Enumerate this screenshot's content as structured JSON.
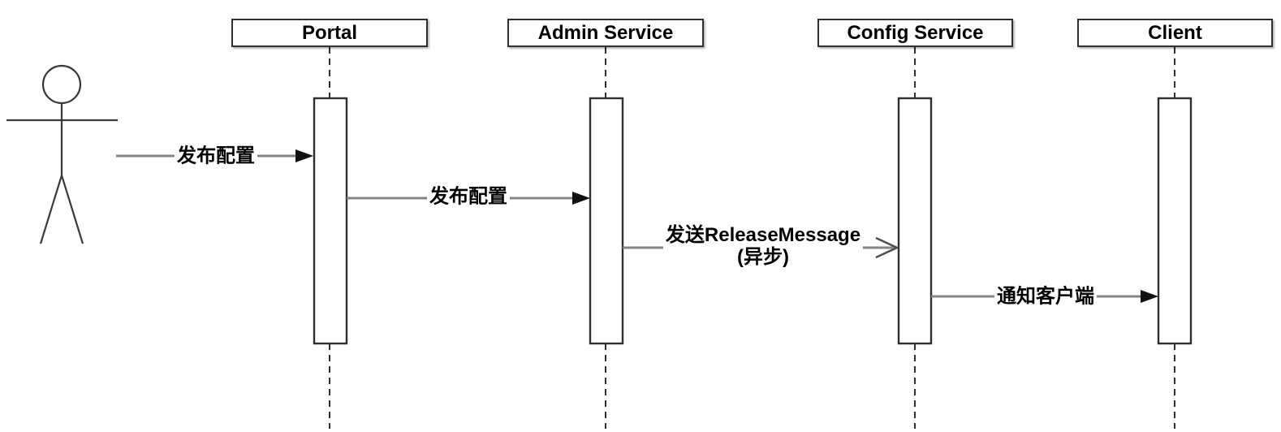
{
  "diagram": {
    "type": "uml-sequence-diagram",
    "background_color": "#ffffff",
    "ink_color": "#2f2f2f",
    "text_color": "#000000",
    "message_line_color": "#848484",
    "arrowhead_color": "#111111",
    "actor": {
      "type": "stick-figure",
      "label": ""
    }
  },
  "participants": [
    {
      "label": "Portal"
    },
    {
      "label": "Admin Service"
    },
    {
      "label": "Config Service"
    },
    {
      "label": "Client"
    }
  ],
  "messages": [
    {
      "label": "发布配置",
      "from": "actor",
      "to": "Portal",
      "arrow": "solid-filled"
    },
    {
      "label": "发布配置",
      "from": "Portal",
      "to": "Admin Service",
      "arrow": "solid-filled"
    },
    {
      "label": "发送ReleaseMessage",
      "label_line2": "(异步)",
      "from": "Admin Service",
      "to": "Config Service",
      "arrow": "async-open"
    },
    {
      "label": "通知客户端",
      "from": "Config Service",
      "to": "Client",
      "arrow": "solid-filled"
    }
  ]
}
